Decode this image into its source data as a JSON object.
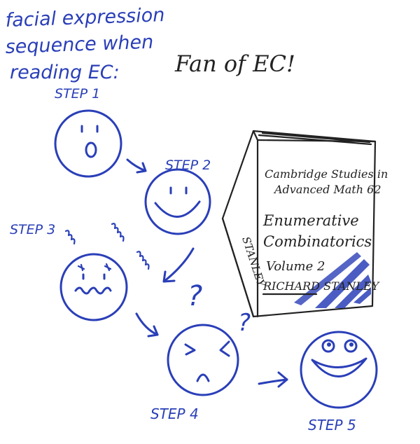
{
  "header": {
    "line1": "facial expression",
    "line2": "sequence when",
    "line3": "reading EC:"
  },
  "fan_note": "Fan of EC!",
  "steps": {
    "s1": "STEP 1",
    "s2": "STEP 2",
    "s3": "STEP 3",
    "s4": "STEP 4",
    "s5": "STEP 5"
  },
  "book": {
    "series_line1": "Cambridge Studies in",
    "series_line2": "Advanced Math 62",
    "title_line1": "Enumerative",
    "title_line2": "Combinatorics",
    "volume": "Volume 2",
    "author": "RICHARD STANLEY",
    "spine": "STANLEY"
  },
  "marks": {
    "q1": "?",
    "q2": "?"
  },
  "colors": {
    "ink_blue": "#2a3fb8",
    "ink_black": "#222222"
  }
}
